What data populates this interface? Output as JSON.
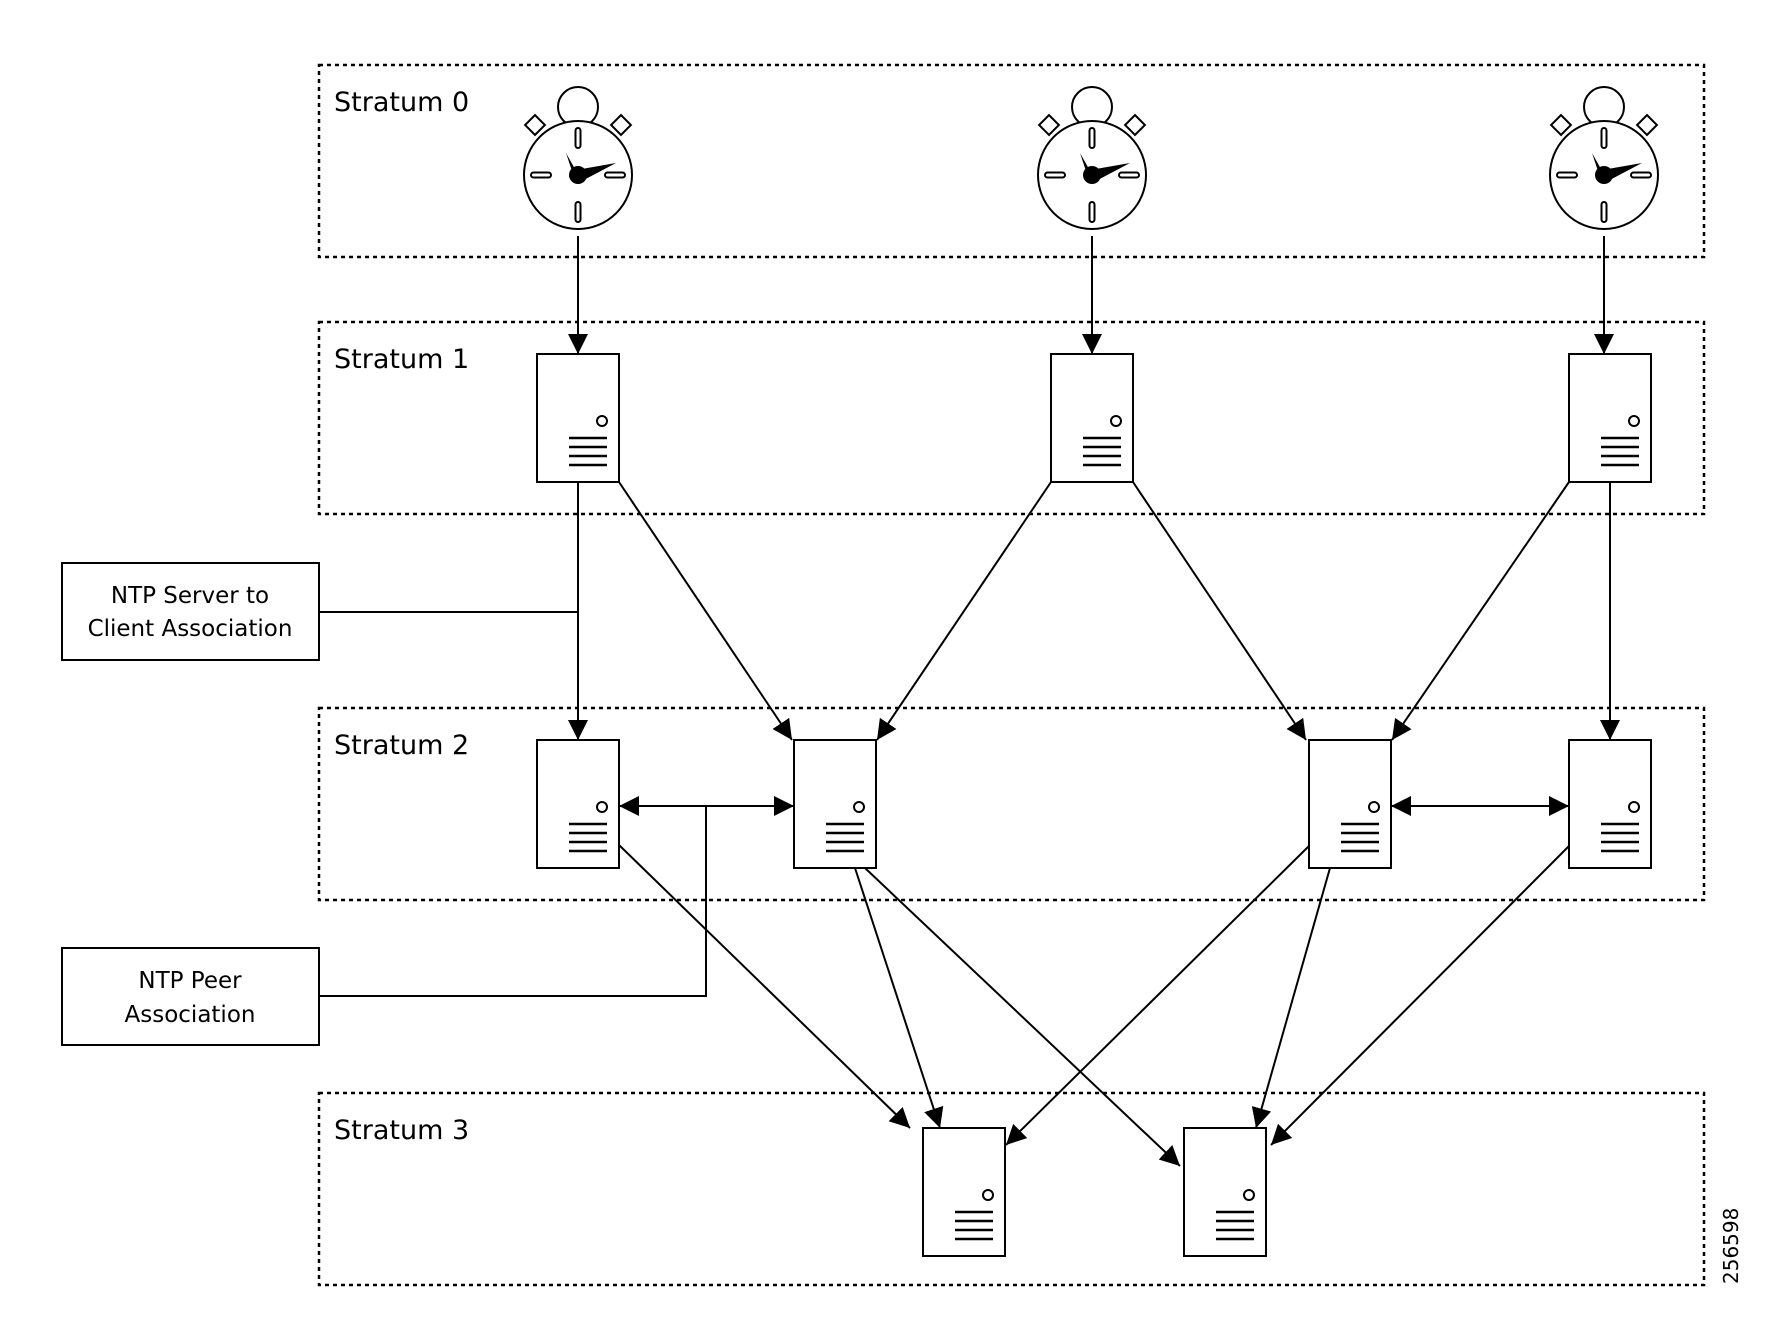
{
  "strata": [
    {
      "label": "Stratum 0"
    },
    {
      "label": "Stratum 1"
    },
    {
      "label": "Stratum 2"
    },
    {
      "label": "Stratum 3"
    }
  ],
  "callouts": {
    "server_client": {
      "line1": "NTP Server to",
      "line2": "Client Association"
    },
    "peer": {
      "line1": "NTP Peer",
      "line2": "Association"
    }
  },
  "figure_id": "256598"
}
